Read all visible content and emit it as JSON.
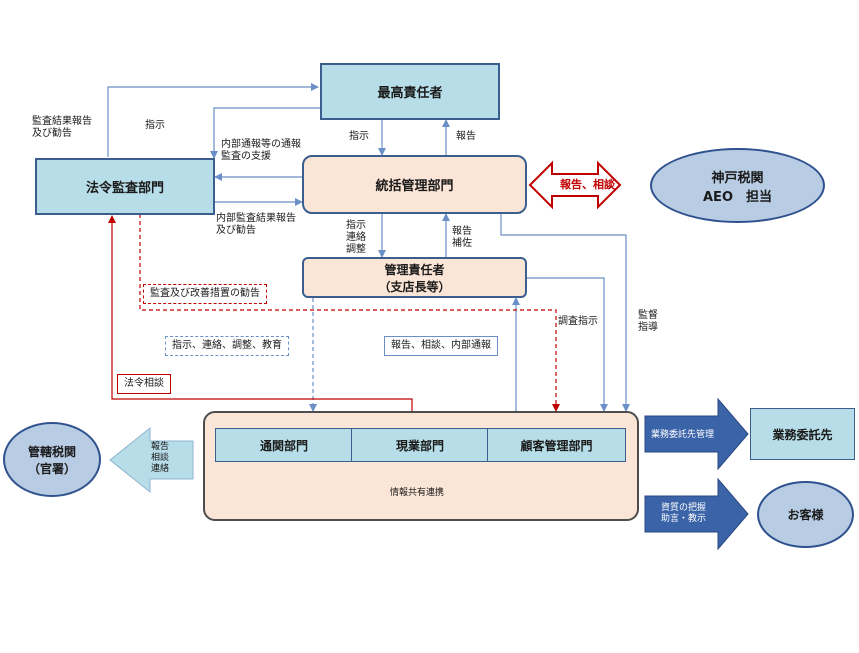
{
  "nodes": {
    "top_exec": "最高責任者",
    "audit_dept": "法令監査部門",
    "general_mgmt": "統括管理部門",
    "kobe_customs": "神戸税関\nAEO　担当",
    "branch_mgr": "管理責任者\n（支店長等）",
    "customs_office": "管轄税関\n（官署）",
    "customs_dept": "通関部門",
    "field_dept": "現業部門",
    "customer_dept": "顧客管理部門",
    "contractor": "業務委託先",
    "customer": "お客様"
  },
  "labels": {
    "audit_report_left": "監査結果報告\n及び勧告",
    "instruct_left": "指示",
    "instruct_mid": "指示",
    "report_mid": "報告",
    "internal_whistle": "内部通報等の通報\n監査の支援",
    "internal_audit_report": "内部監査結果報告\n及び勧告",
    "instruct_contact_adjust": "指示\n連絡\n調整",
    "report_assist": "報告\n補佐",
    "consult_report": "報告、相談",
    "investigate_instruct": "調査指示",
    "supervise_guide": "監督\n指導",
    "info_share": "情報共有連携",
    "report_consult_contact": "報告\n相談\n連絡",
    "contractor_mgmt": "業務委託先管理",
    "quality_advice": "資質の把握\n助言・教示"
  },
  "notes": {
    "audit_improve": "監査及び改善措置の勧告",
    "instruct_edu": "指示、連絡、調整、教育",
    "report_consult_internal": "報告、相談、内部通報",
    "legal_consult": "法令相談"
  },
  "colors": {
    "box_blue": "#b7dde8",
    "box_peach": "#fbe5d6",
    "border": "#3a5f8f",
    "line_blue": "#6b8fc7",
    "red": "#c00000",
    "oval": "#b8cce4"
  }
}
